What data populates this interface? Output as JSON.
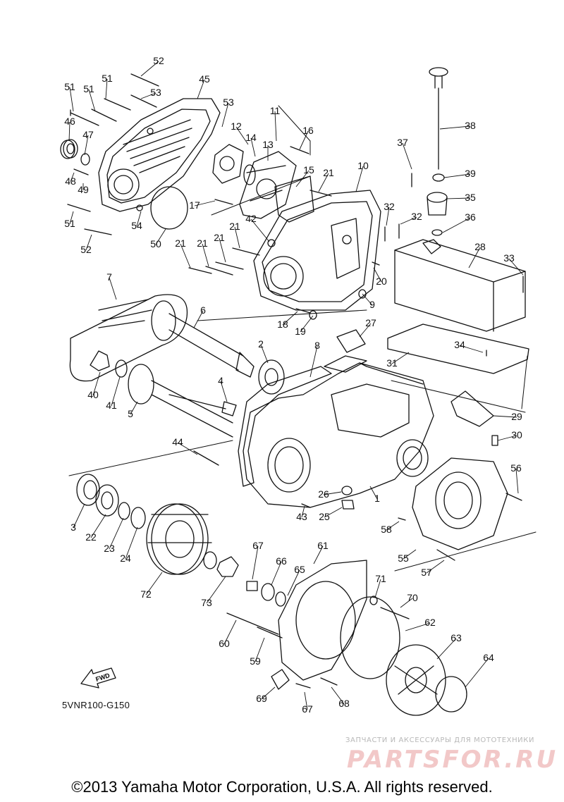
{
  "diagram": {
    "callouts": [
      {
        "n": "1"
      },
      {
        "n": "2"
      },
      {
        "n": "3"
      },
      {
        "n": "4"
      },
      {
        "n": "5"
      },
      {
        "n": "6"
      },
      {
        "n": "7"
      },
      {
        "n": "8"
      },
      {
        "n": "9"
      },
      {
        "n": "10"
      },
      {
        "n": "11"
      },
      {
        "n": "12"
      },
      {
        "n": "13"
      },
      {
        "n": "14"
      },
      {
        "n": "15"
      },
      {
        "n": "16"
      },
      {
        "n": "17"
      },
      {
        "n": "18"
      },
      {
        "n": "19"
      },
      {
        "n": "20"
      },
      {
        "n": "21"
      },
      {
        "n": "21"
      },
      {
        "n": "21"
      },
      {
        "n": "21"
      },
      {
        "n": "21"
      },
      {
        "n": "22"
      },
      {
        "n": "23"
      },
      {
        "n": "24"
      },
      {
        "n": "25"
      },
      {
        "n": "26"
      },
      {
        "n": "27"
      },
      {
        "n": "28"
      },
      {
        "n": "29"
      },
      {
        "n": "30"
      },
      {
        "n": "31"
      },
      {
        "n": "32"
      },
      {
        "n": "32"
      },
      {
        "n": "33"
      },
      {
        "n": "34"
      },
      {
        "n": "35"
      },
      {
        "n": "36"
      },
      {
        "n": "37"
      },
      {
        "n": "38"
      },
      {
        "n": "39"
      },
      {
        "n": "40"
      },
      {
        "n": "41"
      },
      {
        "n": "42"
      },
      {
        "n": "43"
      },
      {
        "n": "44"
      },
      {
        "n": "45"
      },
      {
        "n": "46"
      },
      {
        "n": "47"
      },
      {
        "n": "48"
      },
      {
        "n": "49"
      },
      {
        "n": "50"
      },
      {
        "n": "51"
      },
      {
        "n": "51"
      },
      {
        "n": "51"
      },
      {
        "n": "51"
      },
      {
        "n": "52"
      },
      {
        "n": "52"
      },
      {
        "n": "53"
      },
      {
        "n": "53"
      },
      {
        "n": "54"
      },
      {
        "n": "55"
      },
      {
        "n": "56"
      },
      {
        "n": "57"
      },
      {
        "n": "58"
      },
      {
        "n": "59"
      },
      {
        "n": "60"
      },
      {
        "n": "61"
      },
      {
        "n": "62"
      },
      {
        "n": "63"
      },
      {
        "n": "64"
      },
      {
        "n": "65"
      },
      {
        "n": "66"
      },
      {
        "n": "67"
      },
      {
        "n": "67"
      },
      {
        "n": "68"
      },
      {
        "n": "69"
      },
      {
        "n": "70"
      },
      {
        "n": "71"
      },
      {
        "n": "72"
      },
      {
        "n": "73"
      }
    ],
    "fwd_label": "FWD",
    "figure_code": "5VNR100-G150"
  },
  "watermark": {
    "line": "ЗАПЧАСТИ И АКСЕССУАРЫ ДЛЯ МОТОТЕХНИКИ",
    "logo": "PARTSFOR.RU",
    "color": "#f2c8c8"
  },
  "footer": {
    "copyright": "©2013 Yamaha Motor Corporation, U.S.A. All rights reserved."
  }
}
